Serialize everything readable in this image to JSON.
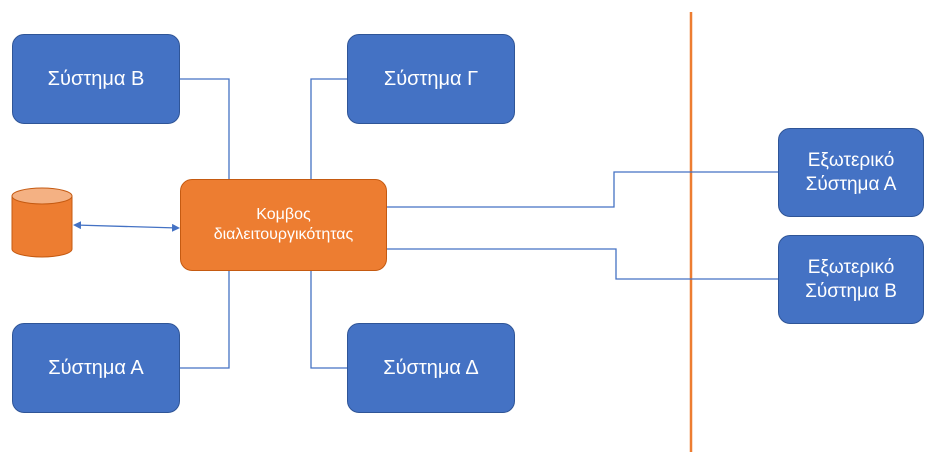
{
  "systems": {
    "system_b": "Σύστημα Β",
    "system_g": "Σύστημα Γ",
    "system_a": "Σύστημα Α",
    "system_d": "Σύστημα Δ"
  },
  "hub": {
    "line1": "Κομβος",
    "line2": "διαλειτουργικότητας"
  },
  "external": {
    "a_line1": "Εξωτερικό",
    "a_line2": "Σύστημα Α",
    "b_line1": "Εξωτερικό",
    "b_line2": "Σύστημα Β"
  },
  "colors": {
    "system_fill": "#4472c4",
    "hub_fill": "#ed7d31",
    "database_fill": "#ed7d31",
    "connector": "#4472c4",
    "boundary": "#ed7d31"
  },
  "icons": {
    "database": "database-icon"
  }
}
